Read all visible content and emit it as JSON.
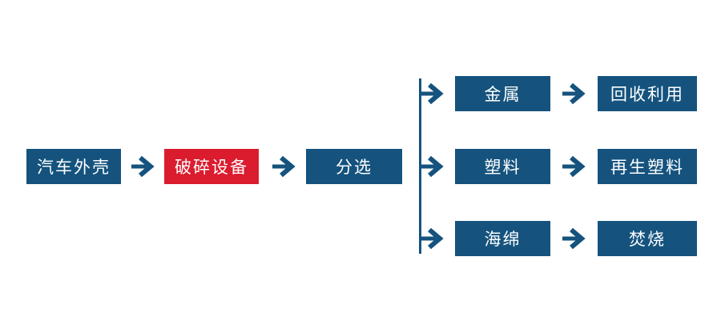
{
  "colors": {
    "node_blue": "#15537E",
    "node_highlight_red": "#DB1C2F",
    "connector_blue": "#15537E",
    "text_white": "#FFFFFF",
    "background": "#FFFFFF"
  },
  "icons": {
    "arrow": "arrow-right-icon"
  },
  "main_flow": {
    "nodes": [
      {
        "label": "汽车外壳",
        "variant": "blue"
      },
      {
        "label": "破碎设备",
        "variant": "red"
      },
      {
        "label": "分选",
        "variant": "blue"
      }
    ]
  },
  "branches": [
    {
      "source_label": "金属",
      "result_label": "回收利用"
    },
    {
      "source_label": "塑料",
      "result_label": "再生塑料"
    },
    {
      "source_label": "海绵",
      "result_label": "焚烧"
    }
  ]
}
